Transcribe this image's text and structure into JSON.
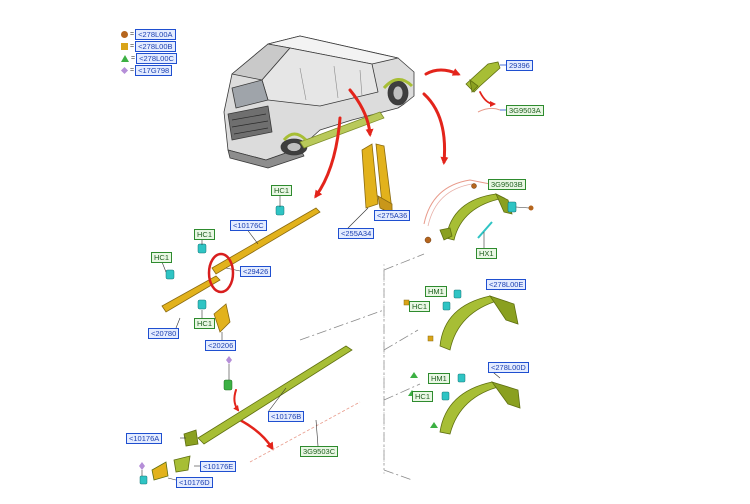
{
  "legend": [
    {
      "symbol": "circle",
      "color": "#b5651d",
      "code": "278L00A"
    },
    {
      "symbol": "square",
      "color": "#d9a418",
      "code": "278L00B"
    },
    {
      "symbol": "triangle",
      "color": "#3cb043",
      "code": "278L00C"
    },
    {
      "symbol": "diamond",
      "color": "#b58ed8",
      "code": "17G798"
    }
  ],
  "legend_prefix": "<",
  "legend_eq": "=",
  "labels": {
    "l29396": "29396",
    "l3g9503a": "3G9503A",
    "l3g9503b": "3G9503B",
    "lhx1": "HX1",
    "l275a36": "<275A36",
    "l255a34": "<255A34",
    "lhc1_top": "HC1",
    "l10176c": "<10176C",
    "lhc1_a": "HC1",
    "l29426": "<29426",
    "lhc1_b": "HC1",
    "l20780": "<20780",
    "lhc1_c": "HC1",
    "l20206": "<20206",
    "l278l00e": "<278L00E",
    "lhm1_a": "HM1",
    "lhc1_d": "HC1",
    "l278l00d": "<278L00D",
    "lhm1_b": "HM1",
    "lhc1_e": "HC1",
    "l10176b": "<10176B",
    "l3g9503c": "3G9503C",
    "l10176a": "<10176A",
    "l10176e": "<10176E",
    "l10176d": "<10176D"
  },
  "colors": {
    "label_blue": "#1f4fd0",
    "label_green": "#2e8b2e",
    "arrow_red": "#e3241b",
    "part_yellow": "#e2b21c",
    "part_green": "#a7be35",
    "clip_teal": "#2fc4c4",
    "highlight_circle": "#d81e1e"
  },
  "icons": [
    "van-illustration",
    "trim-moulding-part",
    "wheel-arch-part",
    "clip-icon",
    "red-arrow",
    "highlight-circle"
  ]
}
